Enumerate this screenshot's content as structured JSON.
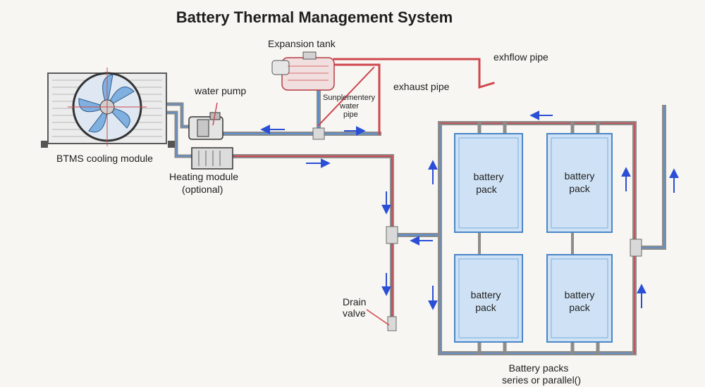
{
  "title": "Battery Thermal Management System",
  "labels": {
    "expansion_tank": "Expansion tank",
    "exhflow_pipe": "exhflow pipe",
    "water_pump": "water pump",
    "exhaust_pipe": "exhaust pipe",
    "supplementary_1": "Sunplementery",
    "supplementary_2": "water",
    "supplementary_3": "pipe",
    "cooling_module": "BTMS cooling module",
    "heating_module_1": "Heating module",
    "heating_module_2": "(optional)",
    "drain_1": "Drain",
    "drain_2": "valve",
    "packs_caption_1": "Battery packs",
    "packs_caption_2": "series or parallel()"
  },
  "battery_packs": [
    {
      "line1": "battery",
      "line2": "pack"
    },
    {
      "line1": "battery",
      "line2": "pack"
    },
    {
      "line1": "battery",
      "line2": "pack"
    },
    {
      "line1": "battery",
      "line2": "pack"
    }
  ],
  "colors": {
    "hot_line": "#d0474f",
    "cold_line": "#5b8fd0",
    "pipe_gray": "#8c8c8c",
    "arrow_blue": "#2a4fd6",
    "pack_fill": "#cfe2f5",
    "pack_stroke": "#4a86c8"
  }
}
